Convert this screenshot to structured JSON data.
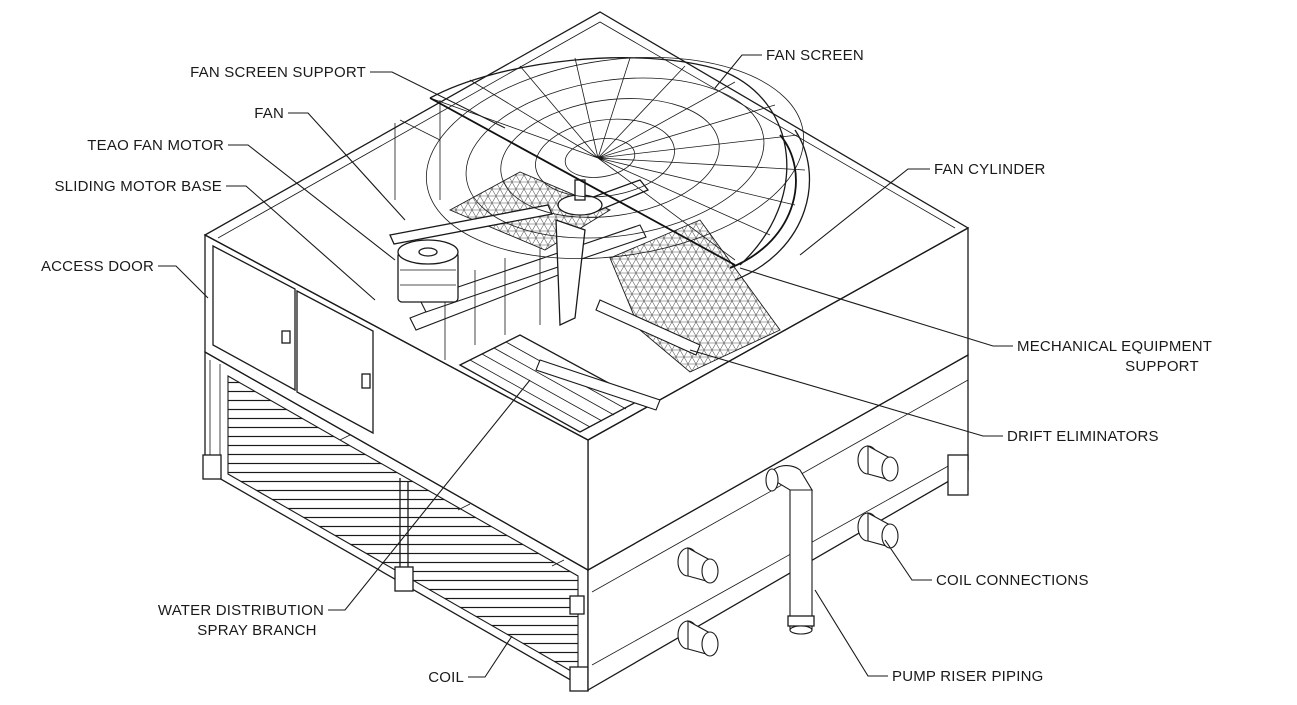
{
  "labels": {
    "fan_screen_support": "FAN SCREEN SUPPORT",
    "fan_screen": "FAN SCREEN",
    "fan": "FAN",
    "teao_fan_motor": "TEAO FAN MOTOR",
    "sliding_motor_base": "SLIDING MOTOR BASE",
    "fan_cylinder": "FAN CYLINDER",
    "access_door": "ACCESS DOOR",
    "mechanical_equipment_support_line1": "MECHANICAL EQUIPMENT",
    "mechanical_equipment_support_line2": "SUPPORT",
    "drift_eliminators": "DRIFT ELIMINATORS",
    "coil_connections": "COIL CONNECTIONS",
    "water_distribution_line1": "WATER DISTRIBUTION",
    "water_distribution_line2": "SPRAY BRANCH",
    "pump_riser_piping": "PUMP RISER PIPING",
    "coil": "COIL"
  }
}
